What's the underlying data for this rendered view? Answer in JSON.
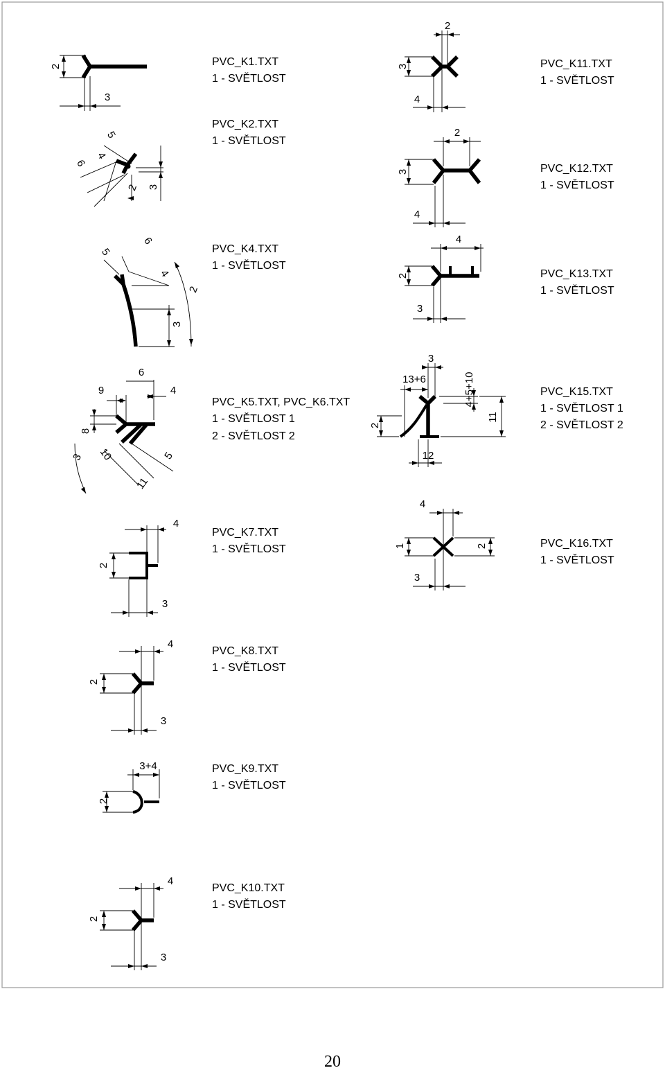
{
  "profiles": [
    {
      "id": "k1",
      "file": "PVC_K1.TXT",
      "lines": [
        "1 - SVĚTLOST"
      ]
    },
    {
      "id": "k2",
      "file": "PVC_K2.TXT",
      "lines": [
        "1 - SVĚTLOST"
      ]
    },
    {
      "id": "k4",
      "file": "PVC_K4.TXT",
      "lines": [
        "1 - SVĚTLOST"
      ]
    },
    {
      "id": "k5",
      "file": "PVC_K5.TXT, PVC_K6.TXT",
      "lines": [
        "1 - SVĚTLOST 1",
        "2 - SVĚTLOST 2"
      ]
    },
    {
      "id": "k7",
      "file": "PVC_K7.TXT",
      "lines": [
        "1 - SVĚTLOST"
      ]
    },
    {
      "id": "k8",
      "file": "PVC_K8.TXT",
      "lines": [
        "1 - SVĚTLOST"
      ]
    },
    {
      "id": "k9",
      "file": "PVC_K9.TXT",
      "lines": [
        "1 - SVĚTLOST"
      ]
    },
    {
      "id": "k10",
      "file": "PVC_K10.TXT",
      "lines": [
        "1 - SVĚTLOST"
      ]
    },
    {
      "id": "k11",
      "file": "PVC_K11.TXT",
      "lines": [
        "1 - SVĚTLOST"
      ]
    },
    {
      "id": "k12",
      "file": "PVC_K12.TXT",
      "lines": [
        "1 - SVĚTLOST"
      ]
    },
    {
      "id": "k13",
      "file": "PVC_K13.TXT",
      "lines": [
        "1 - SVĚTLOST"
      ]
    },
    {
      "id": "k15",
      "file": "PVC_K15.TXT",
      "lines": [
        "1 - SVĚTLOST 1",
        "2 - SVĚTLOST 2"
      ]
    },
    {
      "id": "k16",
      "file": "PVC_K16.TXT",
      "lines": [
        "1 - SVĚTLOST"
      ]
    }
  ],
  "dims": {
    "k1": {
      "a": "2",
      "b": "3"
    },
    "k2": {
      "a": "6",
      "b": "4",
      "c": "5",
      "d": "2",
      "e": "3"
    },
    "k4": {
      "a": "5",
      "b": "6",
      "c": "4",
      "d": "2",
      "e": "3"
    },
    "k5": {
      "a": "9",
      "b": "6",
      "c": "4",
      "d": "8",
      "e": "3",
      "f": "10",
      "g": "5",
      "h": "11"
    },
    "k7": {
      "a": "4",
      "b": "2",
      "c": "3"
    },
    "k8": {
      "a": "4",
      "b": "2",
      "c": "3"
    },
    "k9": {
      "a": "3+4",
      "b": "2"
    },
    "k10": {
      "a": "4",
      "b": "2",
      "c": "3"
    },
    "k11": {
      "a": "2",
      "b": "3",
      "c": "4"
    },
    "k12": {
      "a": "2",
      "b": "3",
      "c": "4"
    },
    "k13": {
      "a": "4",
      "b": "2",
      "c": "3"
    },
    "k15": {
      "a": "3",
      "b": "13+6",
      "c": "4+5+10",
      "d": "2",
      "e": "11",
      "f": "12"
    },
    "k16": {
      "a": "4",
      "b": "1",
      "c": "2",
      "d": "3"
    }
  },
  "page_number": "20"
}
